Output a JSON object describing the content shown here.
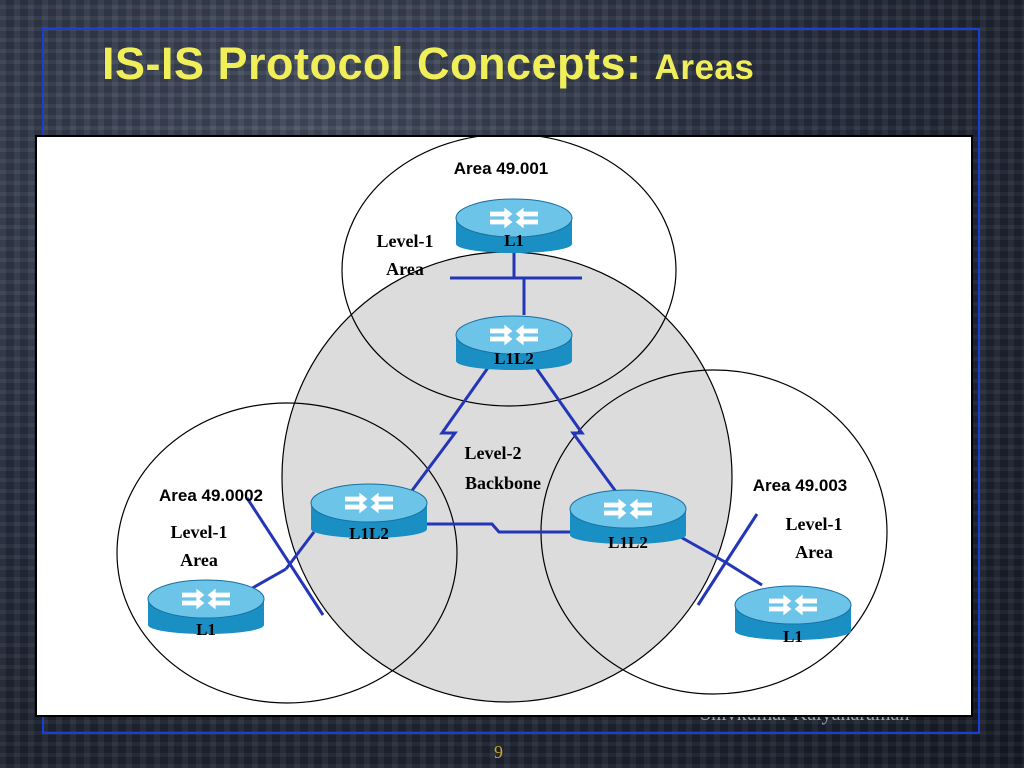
{
  "slide": {
    "title_main": "IS-IS Protocol Concepts: ",
    "title_sub": "Areas",
    "footer_author": "Shivkumar Kalyanaraman",
    "page_number": "9"
  },
  "diagram": {
    "areas": {
      "top": {
        "name": "Area 49.001",
        "level_line1": "Level-1",
        "level_line2": "Area"
      },
      "left": {
        "name": "Area 49.0002",
        "level_line1": "Level-1",
        "level_line2": "Area"
      },
      "right": {
        "name": "Area 49.003",
        "level_line1": "Level-1",
        "level_line2": "Area"
      }
    },
    "backbone": {
      "line1": "Level-2",
      "line2": "Backbone"
    },
    "routers": {
      "top_l1": "L1",
      "top_l1l2": "L1L2",
      "left_l1l2": "L1L2",
      "right_l1l2": "L1L2",
      "left_l1": "L1",
      "right_l1": "L1"
    },
    "colors": {
      "router_body": "#1a8fc4",
      "router_top": "#7fd0ee",
      "link": "#2436b8",
      "backbone_fill": "#dcdcdc",
      "title": "#f0ef5a",
      "frame": "#1a3fd6"
    }
  }
}
